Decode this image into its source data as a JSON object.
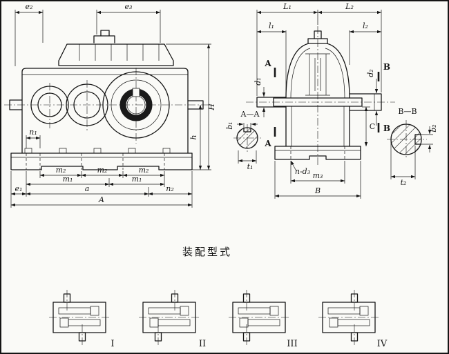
{
  "front": {
    "e2": "e₂",
    "e3": "e₃",
    "H": "H",
    "h": "h",
    "n1": "n₁",
    "n2": "n₂",
    "m2": "m₂",
    "m1": "m₁",
    "e1": "e₁",
    "a": "a",
    "A": "A"
  },
  "side": {
    "L1": "L₁",
    "L2": "L₂",
    "l1": "l₁",
    "l2": "l₂",
    "d1": "d₁",
    "d2": "d₂",
    "b1": "b₁",
    "b2": "b₂",
    "t1": "t₁",
    "t2": "t₂",
    "C": "C",
    "m3": "m₃",
    "B": "B",
    "nd3": "n-d₃",
    "markerA": "A",
    "markerB": "B",
    "sectionAA": "A—A",
    "sectionBB": "B—B"
  },
  "assembly": {
    "title": "装配型式",
    "variants": [
      "I",
      "II",
      "III",
      "IV"
    ]
  }
}
